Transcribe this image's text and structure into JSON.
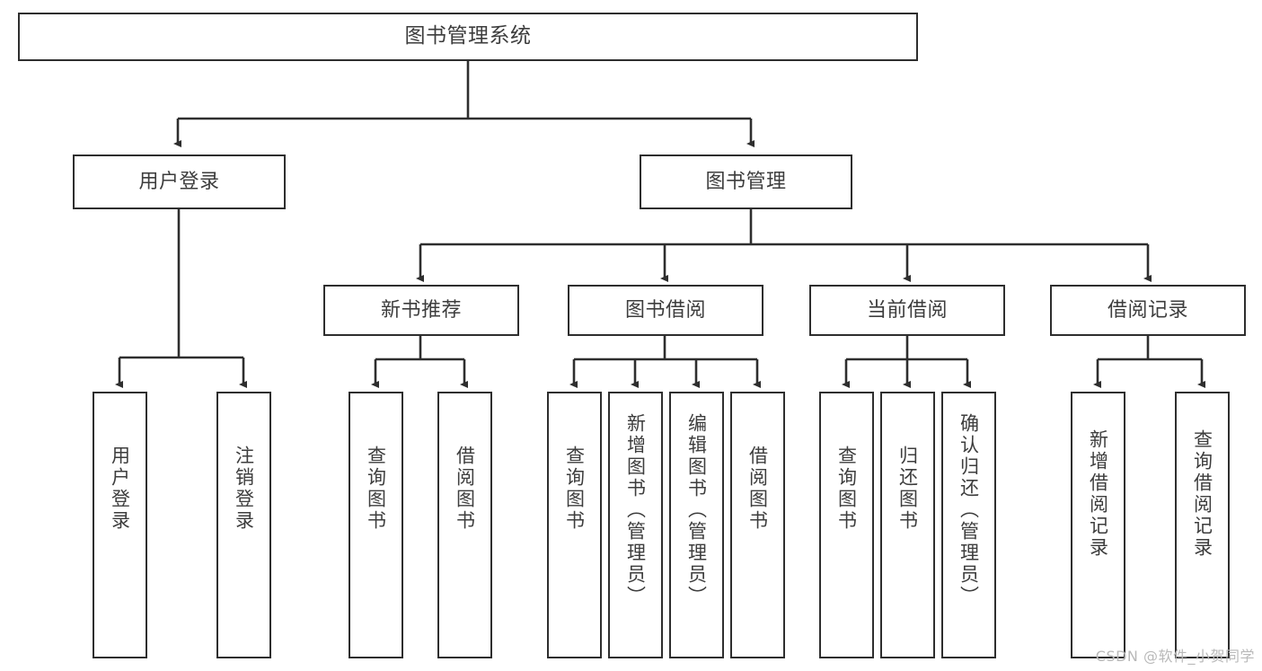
{
  "diagram": {
    "title": "图书管理系统",
    "watermark": "CSDN @软件_小贺同学",
    "colors": {
      "background": "#ffffff",
      "box_border": "#2e2e2e",
      "box_fill": "#ffffff",
      "text": "#3d3d3d",
      "edge": "#2e2e2e",
      "watermark": "#b9b9b9"
    },
    "root": {
      "label": "图书管理系统"
    },
    "level2": [
      {
        "label": "用户登录"
      },
      {
        "label": "图书管理"
      }
    ],
    "level3": [
      {
        "label": "新书推荐"
      },
      {
        "label": "图书借阅"
      },
      {
        "label": "当前借阅"
      },
      {
        "label": "借阅记录"
      }
    ],
    "leaves": {
      "user_login": [
        {
          "label": "用户登录"
        },
        {
          "label": "注销登录"
        }
      ],
      "new_book_recommend": [
        {
          "label": "查询图书"
        },
        {
          "label": "借阅图书"
        }
      ],
      "book_borrow": [
        {
          "label": "查询图书"
        },
        {
          "label": "新增图书（管理员）"
        },
        {
          "label": "编辑图书（管理员）"
        },
        {
          "label": "借阅图书"
        }
      ],
      "current_borrow": [
        {
          "label": "查询图书"
        },
        {
          "label": "归还图书"
        },
        {
          "label": "确认归还（管理员）"
        }
      ],
      "borrow_record": [
        {
          "label": "新增借阅记录"
        },
        {
          "label": "查询借阅记录"
        }
      ]
    }
  }
}
